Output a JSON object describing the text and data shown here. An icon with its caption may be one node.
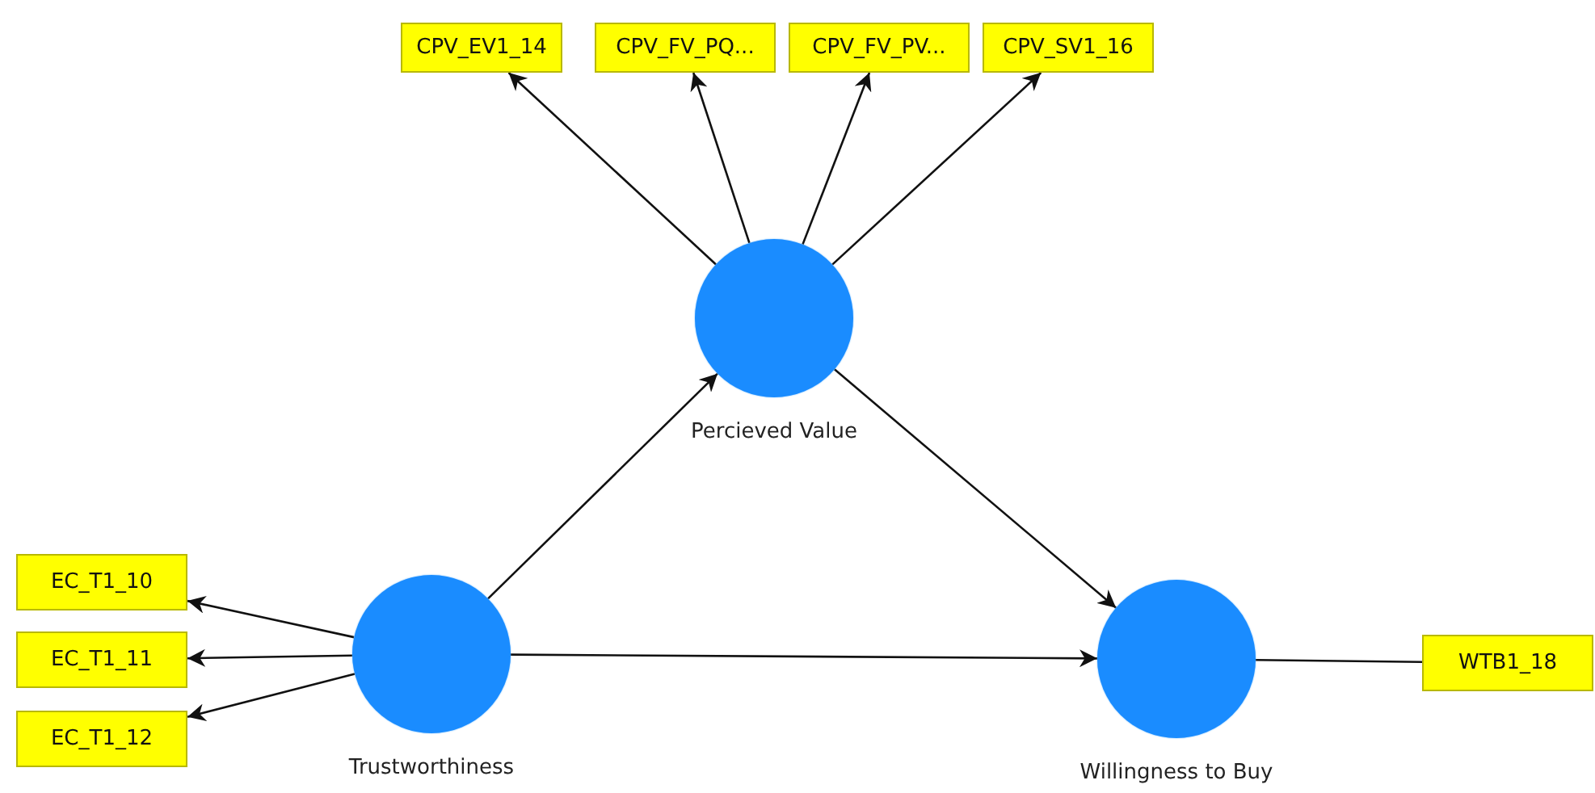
{
  "diagram": {
    "nodes": [
      {
        "text": [
          "CPV_EV1_14"
        ]
      },
      {
        "text": [
          "CPV_FV_PQ..."
        ]
      },
      {
        "text": [
          "CPV_FV_PV..."
        ]
      },
      {
        "text": [
          "CPV_SV1_16"
        ]
      },
      {
        "text": [
          "Percieved Value"
        ]
      },
      {
        "text": [
          "EC_T1_10"
        ]
      },
      {
        "text": [
          "EC_T1_11"
        ]
      },
      {
        "text": [
          "EC_T1_12"
        ]
      },
      {
        "text": [
          "Trustworthiness"
        ]
      },
      {
        "text": [
          "Willingness to Buy"
        ]
      },
      {
        "text": [
          "WTB1_18"
        ]
      }
    ],
    "edges": [
      {
        "from": 4,
        "to": 0,
        "arrow": "to"
      },
      {
        "from": 4,
        "to": 1,
        "arrow": "to"
      },
      {
        "from": 4,
        "to": 2,
        "arrow": "to"
      },
      {
        "from": 4,
        "to": 3,
        "arrow": "to"
      },
      {
        "from": 8,
        "to": 4,
        "arrow": "to"
      },
      {
        "from": 4,
        "to": 9,
        "arrow": "to"
      },
      {
        "from": 8,
        "to": 9,
        "arrow": "to"
      },
      {
        "from": 8,
        "to": 5,
        "arrow": "to"
      },
      {
        "from": 8,
        "to": 6,
        "arrow": "to"
      },
      {
        "from": 8,
        "to": 7,
        "arrow": "to"
      },
      {
        "from": 9,
        "to": 10,
        "arrow": "none"
      }
    ]
  }
}
